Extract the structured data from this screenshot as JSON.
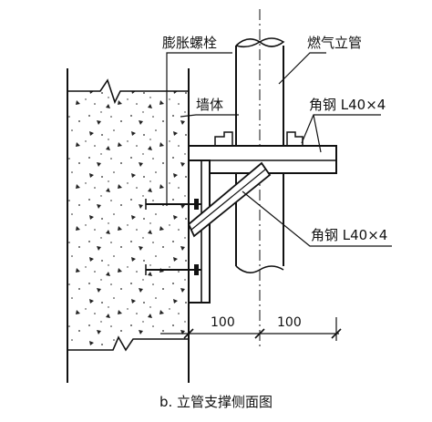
{
  "labels": {
    "expansion_bolt": "膨胀螺栓",
    "gas_riser": "燃气立管",
    "wall": "墙体",
    "angle_steel_top": "角钢 L40×4",
    "angle_steel_brace": "角钢 L40×4"
  },
  "dimensions": {
    "left": "100",
    "right": "100"
  },
  "caption": "b. 立管支撑侧面图"
}
